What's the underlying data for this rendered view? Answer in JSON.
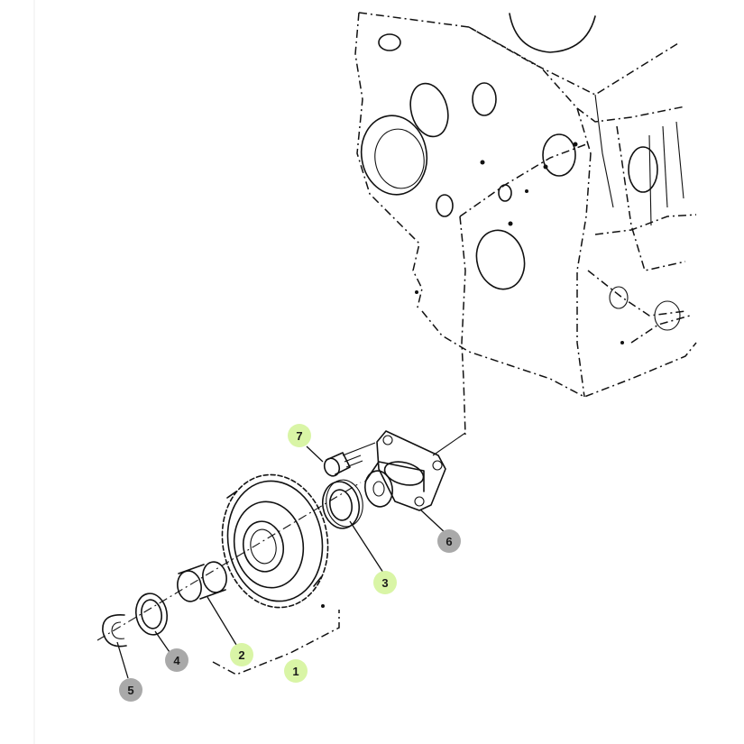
{
  "diagram": {
    "callouts": [
      {
        "id": "callout-1",
        "label": "1",
        "color": "#d9f5a6"
      },
      {
        "id": "callout-2",
        "label": "2",
        "color": "#d9f5a6"
      },
      {
        "id": "callout-3",
        "label": "3",
        "color": "#d9f5a6"
      },
      {
        "id": "callout-4",
        "label": "4",
        "color": "#a9a9a9"
      },
      {
        "id": "callout-5",
        "label": "5",
        "color": "#a9a9a9"
      },
      {
        "id": "callout-6",
        "label": "6",
        "color": "#a9a9a9"
      },
      {
        "id": "callout-7",
        "label": "7",
        "color": "#d9f5a6"
      }
    ]
  }
}
